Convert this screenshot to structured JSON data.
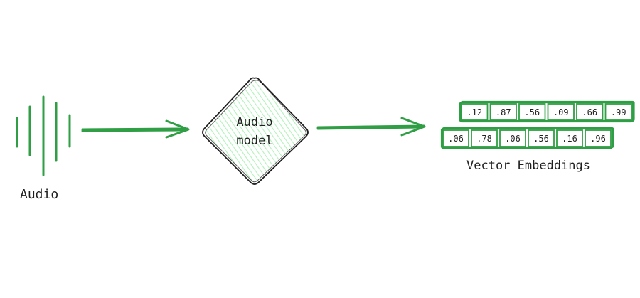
{
  "colors": {
    "stroke": "#2f9e44",
    "fill_hatch": "#b2f2bb",
    "text": "#1f1f1f",
    "background": "#ffffff"
  },
  "labels": {
    "audio": "Audio",
    "model_line1": "Audio",
    "model_line2": "model",
    "vectors": "Vector Embeddings"
  },
  "vectors": [
    [
      ".12",
      ".87",
      ".56",
      ".09",
      ".66",
      ".99"
    ],
    [
      ".06",
      ".78",
      ".06",
      ".56",
      ".16",
      ".96"
    ]
  ],
  "icons": [
    "audio-waveform-icon",
    "arrow-right-icon"
  ]
}
